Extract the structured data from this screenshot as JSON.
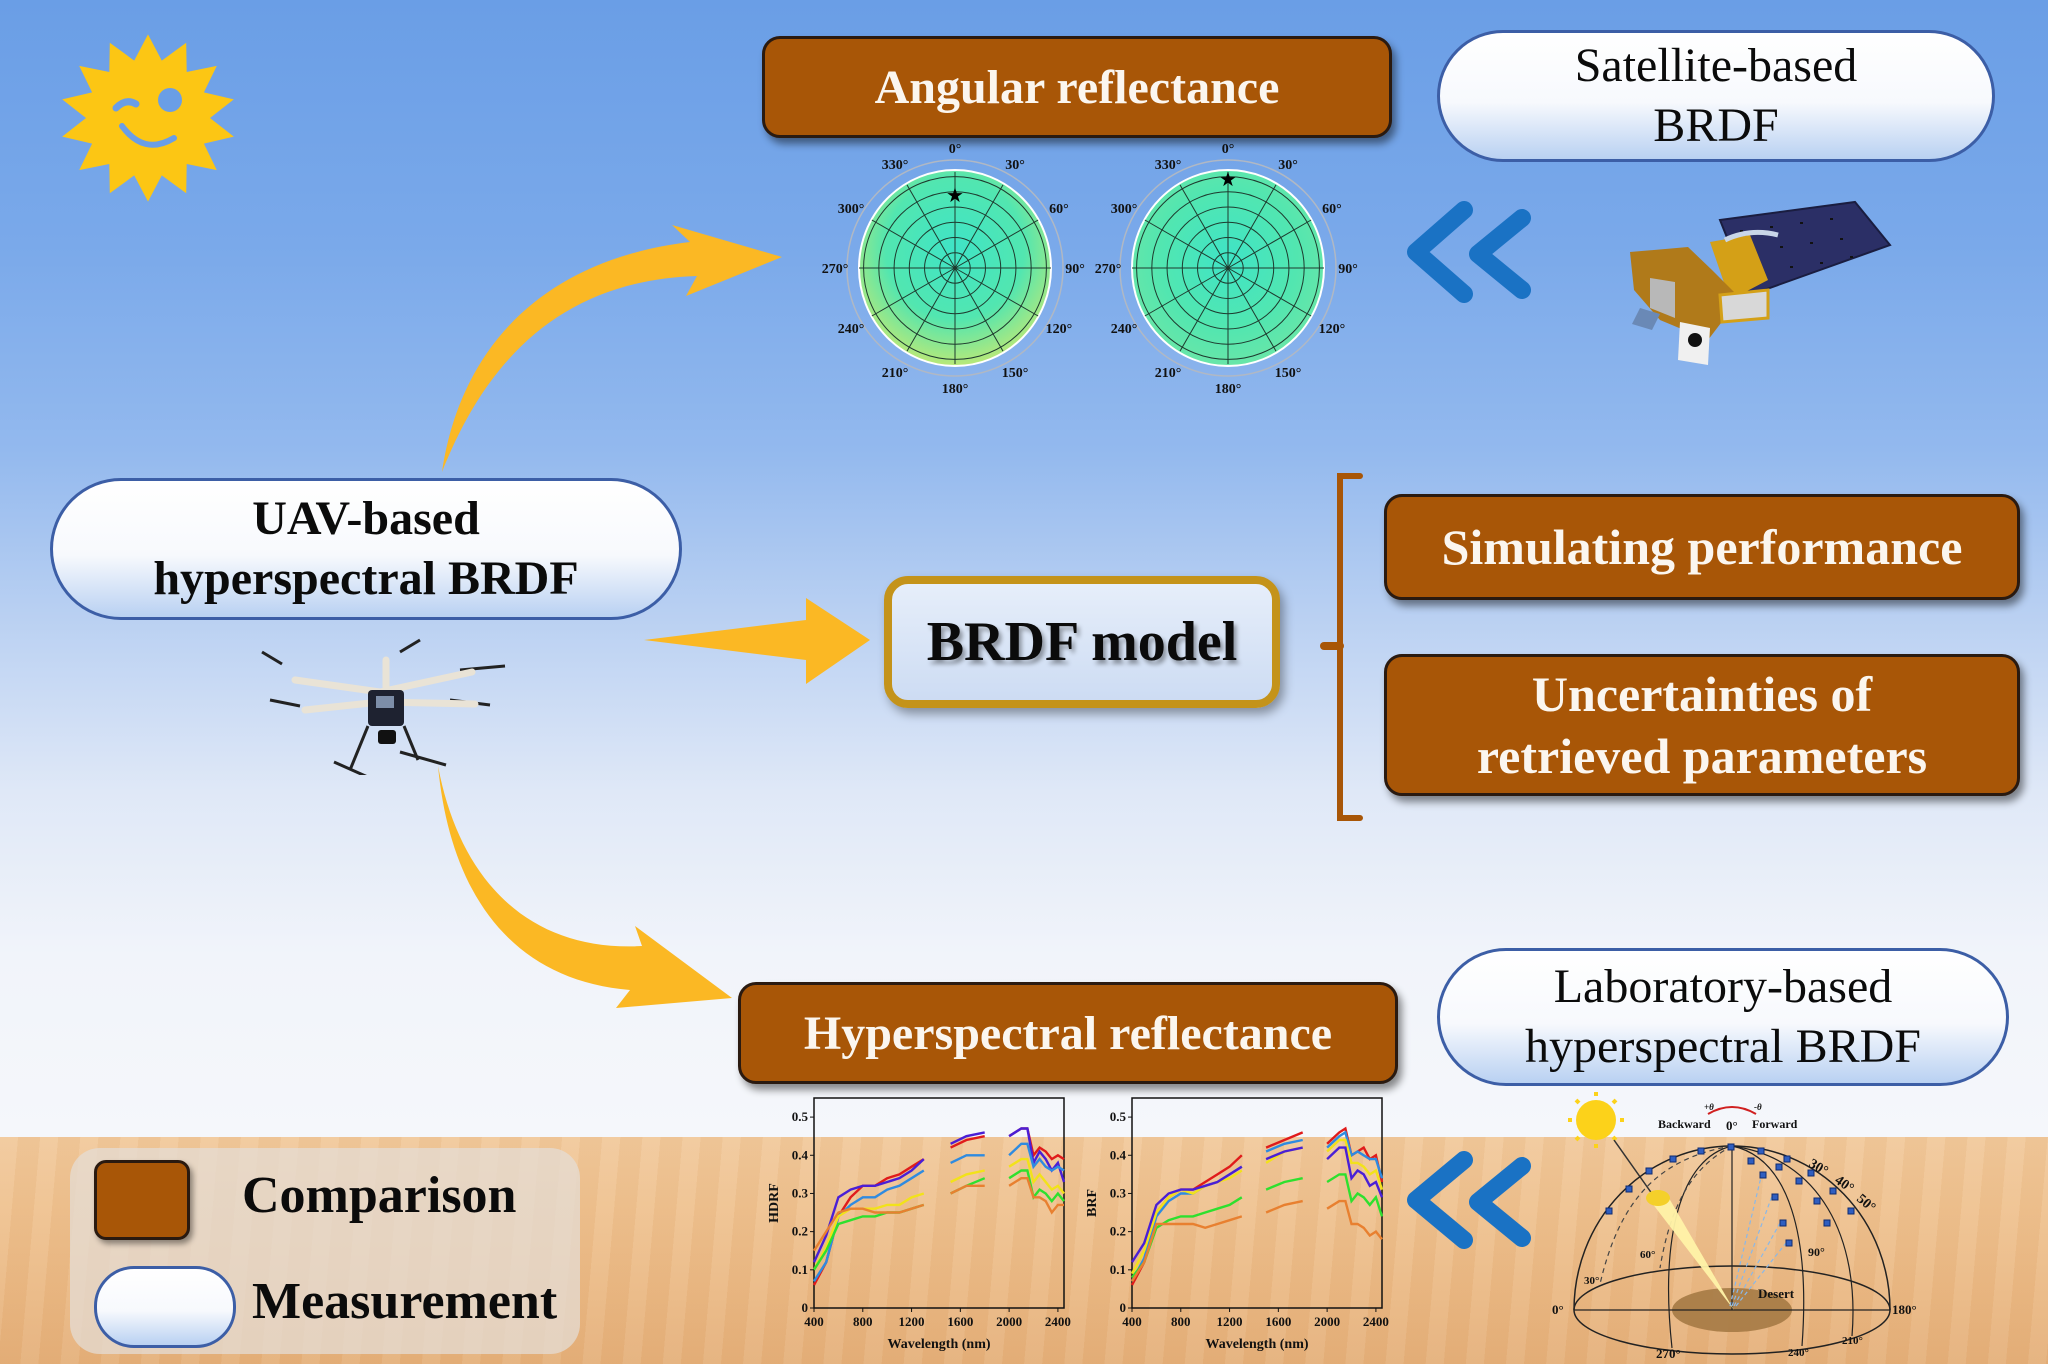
{
  "nodes": {
    "angular_reflectance": "Angular reflectance",
    "satellite_brdf_line1": "Satellite-based",
    "satellite_brdf_line2": "BRDF",
    "uav_brdf_line1": "UAV-based",
    "uav_brdf_line2": "hyperspectral BRDF",
    "brdf_model": "BRDF model",
    "simulating_performance": "Simulating performance",
    "uncertainties_line1": "Uncertainties of",
    "uncertainties_line2": "retrieved parameters",
    "hyperspectral_reflectance": "Hyperspectral reflectance",
    "lab_brdf_line1": "Laboratory-based",
    "lab_brdf_line2": "hyperspectral BRDF"
  },
  "legend": {
    "comparison": "Comparison",
    "measurement": "Measurement"
  },
  "colors": {
    "comparison_box": "#a85607",
    "measurement_border": "#3c5ea6",
    "arrow_yellow": "#fbb824",
    "chevron_blue": "#1a72c4",
    "model_border": "#c4931a"
  },
  "polar_plots": {
    "angle_labels": [
      "0°",
      "30°",
      "60°",
      "90°",
      "120°",
      "150°",
      "180°",
      "210°",
      "240°",
      "270°",
      "300°",
      "330°"
    ]
  },
  "lab_diagram": {
    "backward": "Backward",
    "forward": "Forward",
    "plus_theta": "+θ",
    "minus_theta": "-θ",
    "zenith": "0°",
    "zenith_rings": [
      "30°",
      "40°",
      "50°"
    ],
    "azimuths": {
      "a0": "0°",
      "a30": "30°",
      "a60": "60°",
      "a90": "90°",
      "a180": "180°",
      "a210": "210°",
      "a240": "240°",
      "a270": "270°"
    },
    "surface": "Desert"
  },
  "chart_data": [
    {
      "type": "line",
      "title": "",
      "xlabel": "Wavelength (nm)",
      "ylabel": "HDRF",
      "xlim": [
        400,
        2450
      ],
      "ylim": [
        0,
        0.55
      ],
      "xticks": [
        400,
        800,
        1200,
        1600,
        2000,
        2400
      ],
      "yticks": [
        0,
        0.1,
        0.2,
        0.3,
        0.4,
        0.5
      ],
      "ytick_labels": [
        "0",
        "0.1",
        "0.2",
        "0.3",
        "0.4",
        "0.5"
      ],
      "grid": false,
      "series": [
        {
          "name": "red",
          "color": "#e01b1b",
          "x": [
            400,
            500,
            600,
            700,
            800,
            900,
            1000,
            1100,
            1200,
            1300,
            null,
            1520,
            1650,
            1800,
            null,
            2000,
            2100,
            2150,
            2200,
            2250,
            2300,
            2350,
            2400,
            2450
          ],
          "y": [
            0.06,
            0.12,
            0.24,
            0.29,
            0.32,
            0.32,
            0.34,
            0.35,
            0.37,
            0.39,
            null,
            0.42,
            0.44,
            0.45,
            null,
            0.45,
            0.47,
            0.47,
            0.4,
            0.42,
            0.41,
            0.39,
            0.4,
            0.39
          ]
        },
        {
          "name": "purple",
          "color": "#4a1fd6",
          "x": [
            400,
            500,
            600,
            700,
            800,
            900,
            1000,
            1100,
            1200,
            1300,
            null,
            1520,
            1650,
            1800,
            null,
            2000,
            2100,
            2150,
            2200,
            2250,
            2300,
            2350,
            2400,
            2450
          ],
          "y": [
            0.12,
            0.19,
            0.29,
            0.31,
            0.32,
            0.32,
            0.33,
            0.34,
            0.36,
            0.39,
            null,
            0.43,
            0.45,
            0.46,
            null,
            0.45,
            0.47,
            0.47,
            0.38,
            0.41,
            0.39,
            0.36,
            0.38,
            0.33
          ]
        },
        {
          "name": "blue",
          "color": "#2f8be0",
          "x": [
            400,
            500,
            600,
            700,
            800,
            900,
            1000,
            1100,
            1200,
            1300,
            null,
            1520,
            1650,
            1800,
            null,
            2000,
            2100,
            2150,
            2200,
            2250,
            2300,
            2350,
            2400,
            2450
          ],
          "y": [
            0.07,
            0.12,
            0.24,
            0.27,
            0.29,
            0.29,
            0.31,
            0.32,
            0.34,
            0.36,
            null,
            0.38,
            0.4,
            0.4,
            null,
            0.4,
            0.43,
            0.43,
            0.37,
            0.39,
            0.37,
            0.36,
            0.37,
            0.36
          ]
        },
        {
          "name": "yellow",
          "color": "#f2e21a",
          "x": [
            400,
            500,
            600,
            700,
            800,
            900,
            1000,
            1100,
            1200,
            1300,
            null,
            1520,
            1650,
            1800,
            null,
            2000,
            2100,
            2150,
            2200,
            2250,
            2300,
            2350,
            2400,
            2450
          ],
          "y": [
            0.1,
            0.16,
            0.24,
            0.26,
            0.26,
            0.26,
            0.27,
            0.27,
            0.29,
            0.3,
            null,
            0.33,
            0.35,
            0.36,
            null,
            0.37,
            0.39,
            0.39,
            0.33,
            0.35,
            0.33,
            0.31,
            0.32,
            0.3
          ]
        },
        {
          "name": "green",
          "color": "#2ee02e",
          "x": [
            400,
            500,
            600,
            700,
            800,
            900,
            1000,
            1100,
            1200,
            1300,
            null,
            1520,
            1650,
            1800,
            null,
            2000,
            2100,
            2150,
            2200,
            2250,
            2300,
            2350,
            2400,
            2450
          ],
          "y": [
            0.1,
            0.15,
            0.22,
            0.23,
            0.24,
            0.24,
            0.25,
            0.25,
            0.26,
            0.27,
            null,
            0.3,
            0.32,
            0.34,
            null,
            0.34,
            0.36,
            0.36,
            0.29,
            0.31,
            0.3,
            0.28,
            0.3,
            0.28
          ]
        },
        {
          "name": "orange",
          "color": "#e88030",
          "x": [
            400,
            500,
            600,
            700,
            800,
            900,
            1000,
            1100,
            1200,
            1300,
            null,
            1520,
            1650,
            1800,
            null,
            2000,
            2100,
            2150,
            2200,
            2250,
            2300,
            2350,
            2400,
            2450
          ],
          "y": [
            0.15,
            0.2,
            0.25,
            0.26,
            0.26,
            0.25,
            0.25,
            0.25,
            0.26,
            0.27,
            null,
            0.3,
            0.32,
            0.32,
            null,
            0.32,
            0.34,
            0.34,
            0.29,
            0.29,
            0.28,
            0.25,
            0.27,
            0.27
          ]
        }
      ]
    },
    {
      "type": "line",
      "title": "",
      "xlabel": "Wavelength (nm)",
      "ylabel": "BRF",
      "xlim": [
        400,
        2450
      ],
      "ylim": [
        0,
        0.55
      ],
      "xticks": [
        400,
        800,
        1200,
        1600,
        2000,
        2400
      ],
      "yticks": [
        0,
        0.1,
        0.2,
        0.3,
        0.4,
        0.5
      ],
      "ytick_labels": [
        "0",
        "0.1",
        "0.2",
        "0.3",
        "0.4",
        "0.5"
      ],
      "grid": false,
      "series": [
        {
          "name": "red",
          "color": "#e01b1b",
          "x": [
            400,
            500,
            600,
            700,
            800,
            900,
            1000,
            1100,
            1200,
            1300,
            null,
            1500,
            1650,
            1800,
            null,
            2000,
            2100,
            2150,
            2200,
            2250,
            2300,
            2350,
            2400,
            2450
          ],
          "y": [
            0.06,
            0.12,
            0.25,
            0.29,
            0.31,
            0.31,
            0.33,
            0.35,
            0.37,
            0.4,
            null,
            0.42,
            0.44,
            0.46,
            null,
            0.43,
            0.46,
            0.47,
            0.4,
            0.41,
            0.42,
            0.39,
            0.4,
            0.33
          ]
        },
        {
          "name": "blue",
          "color": "#2f8be0",
          "x": [
            400,
            500,
            600,
            700,
            800,
            900,
            1000,
            1100,
            1200,
            1300,
            null,
            1500,
            1650,
            1800,
            null,
            2000,
            2100,
            2150,
            2200,
            2250,
            2300,
            2350,
            2400,
            2450
          ],
          "y": [
            0.07,
            0.13,
            0.24,
            0.28,
            0.3,
            0.3,
            0.32,
            0.33,
            0.35,
            0.37,
            null,
            0.41,
            0.43,
            0.44,
            null,
            0.42,
            0.45,
            0.46,
            0.4,
            0.41,
            0.4,
            0.39,
            0.39,
            0.34
          ]
        },
        {
          "name": "yellow",
          "color": "#f2e21a",
          "x": [
            400,
            500,
            600,
            700,
            800,
            900,
            1000,
            1100,
            1200,
            1300,
            null,
            1500,
            1650,
            1800,
            null,
            2000,
            2100,
            2150,
            2200,
            2250,
            2300,
            2350,
            2400,
            2450
          ],
          "y": [
            0.09,
            0.15,
            0.25,
            0.29,
            0.31,
            0.3,
            0.32,
            0.33,
            0.34,
            0.36,
            null,
            0.38,
            0.41,
            0.42,
            null,
            0.41,
            0.44,
            0.44,
            0.38,
            0.38,
            0.37,
            0.35,
            0.36,
            0.31
          ]
        },
        {
          "name": "purple",
          "color": "#4a1fd6",
          "x": [
            400,
            500,
            600,
            700,
            800,
            900,
            1000,
            1100,
            1200,
            1300,
            null,
            1500,
            1650,
            1800,
            null,
            2000,
            2100,
            2150,
            2200,
            2250,
            2300,
            2350,
            2400,
            2450
          ],
          "y": [
            0.12,
            0.17,
            0.27,
            0.3,
            0.31,
            0.31,
            0.32,
            0.33,
            0.35,
            0.37,
            null,
            0.39,
            0.41,
            0.42,
            null,
            0.39,
            0.42,
            0.42,
            0.34,
            0.36,
            0.35,
            0.32,
            0.33,
            0.29
          ]
        },
        {
          "name": "green",
          "color": "#2ee02e",
          "x": [
            400,
            500,
            600,
            700,
            800,
            900,
            1000,
            1100,
            1200,
            1300,
            null,
            1500,
            1650,
            1800,
            null,
            2000,
            2100,
            2150,
            2200,
            2250,
            2300,
            2350,
            2400,
            2450
          ],
          "y": [
            0.08,
            0.12,
            0.21,
            0.23,
            0.24,
            0.24,
            0.25,
            0.26,
            0.27,
            0.29,
            null,
            0.31,
            0.33,
            0.34,
            null,
            0.33,
            0.35,
            0.35,
            0.28,
            0.3,
            0.29,
            0.27,
            0.29,
            0.24
          ]
        },
        {
          "name": "orange",
          "color": "#e88030",
          "x": [
            400,
            500,
            600,
            700,
            800,
            900,
            1000,
            1100,
            1200,
            1300,
            null,
            1500,
            1650,
            1800,
            null,
            2000,
            2100,
            2150,
            2200,
            2250,
            2300,
            2350,
            2400,
            2450
          ],
          "y": [
            0.07,
            0.12,
            0.22,
            0.22,
            0.22,
            0.22,
            0.21,
            0.22,
            0.23,
            0.24,
            null,
            0.25,
            0.27,
            0.28,
            null,
            0.26,
            0.28,
            0.28,
            0.22,
            0.22,
            0.21,
            0.19,
            0.2,
            0.18
          ]
        }
      ]
    }
  ]
}
